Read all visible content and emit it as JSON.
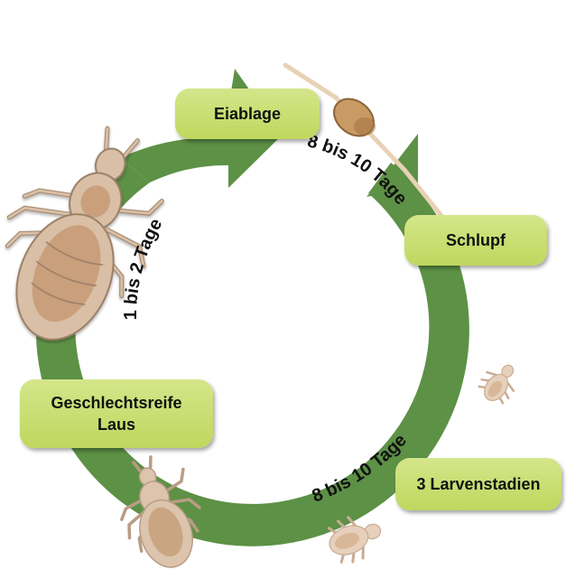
{
  "stages": {
    "eiablage": "Eiablage",
    "schlupf": "Schlupf",
    "larvenstadien": "3 Larvenstadien",
    "geschlechtsreife": "Geschlechtsreife\nLaus"
  },
  "durations": {
    "egg_to_hatch": "8 bis 10 Tage",
    "larval_phase": "8 bis 10 Tage",
    "maturity_to_laying": "1 bis 2 Tage"
  },
  "colors": {
    "cycle_ring": "#5d9146",
    "stage_pill": "#c8dc6d",
    "louse_body": "#d9bfa5",
    "louse_outline": "#9a7e66",
    "louse_abdomen": "#c99f7c"
  }
}
